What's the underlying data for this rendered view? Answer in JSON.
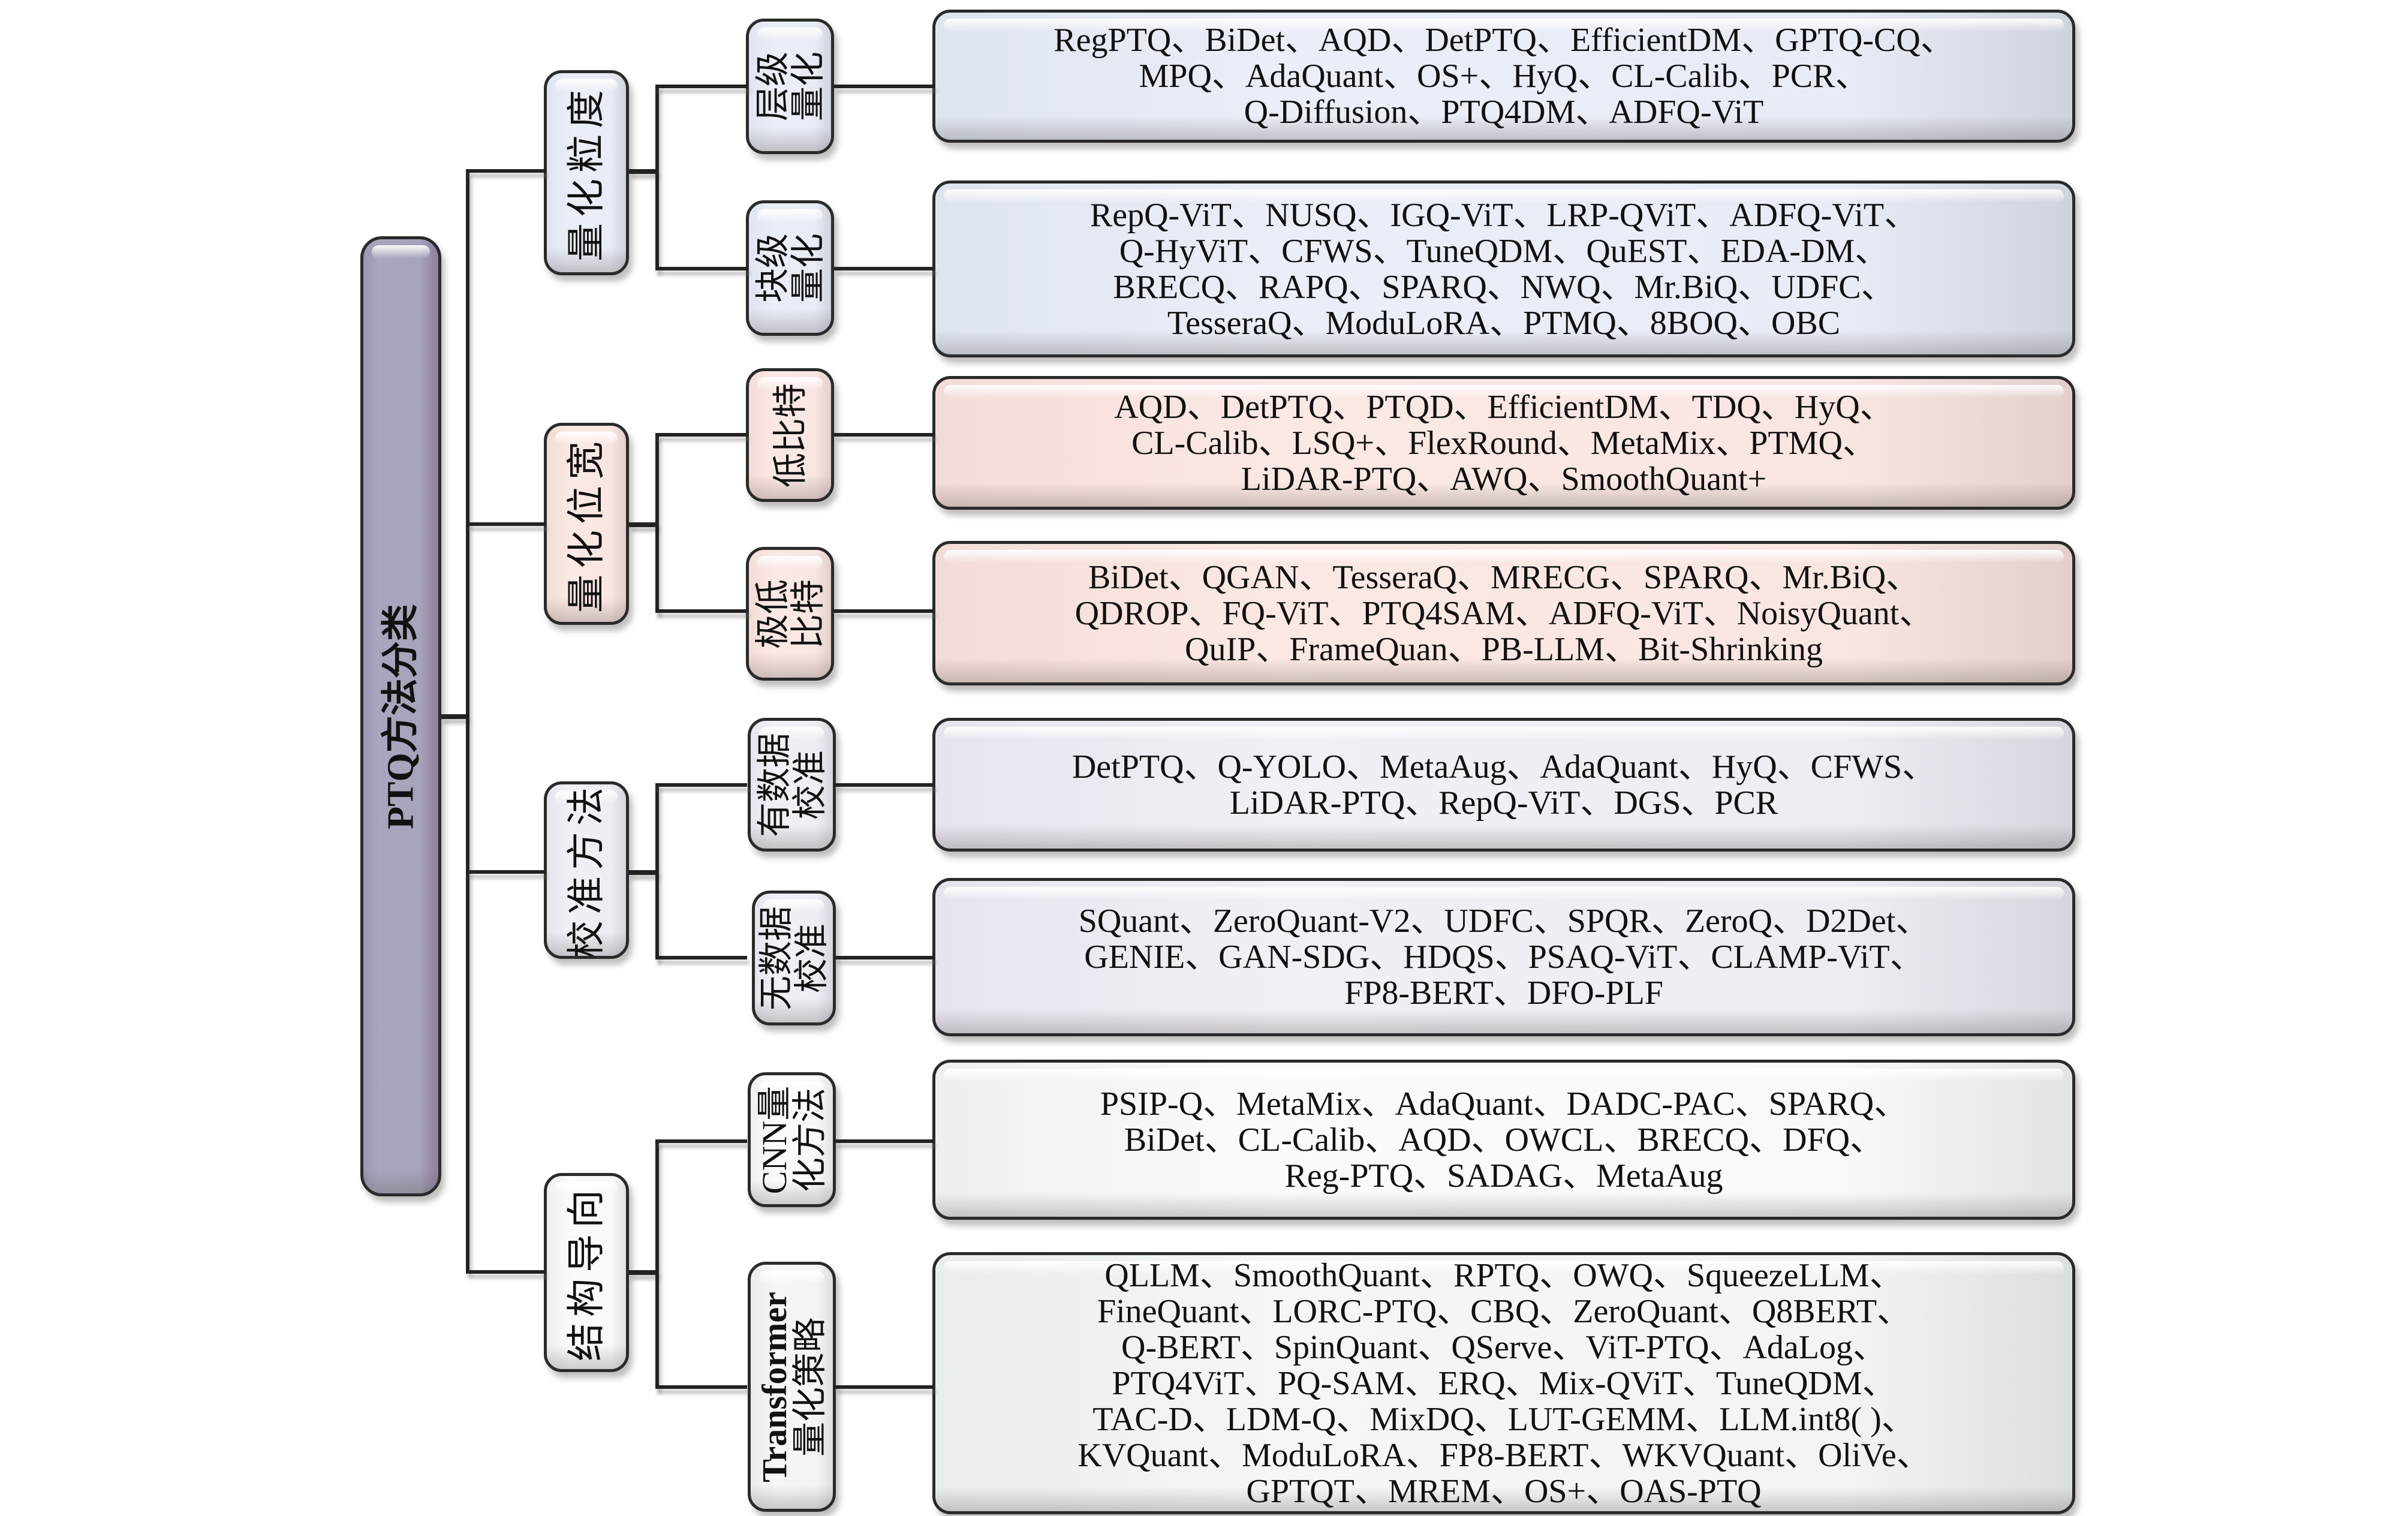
{
  "diagram": {
    "type": "taxonomy-tree",
    "root": {
      "label": "PTQ方法分类",
      "color": "#a6a3bb"
    },
    "categories": [
      {
        "label": "量化粒度",
        "color": "#e8ecf5",
        "children": [
          {
            "label_lines": [
              "层级",
              "量化"
            ],
            "methods_lines": [
              "RegPTQ、BiDet、AQD、DetPTQ、EfficientDM、GPTQ-CQ、",
              "MPQ、AdaQuant、OS+、HyQ、CL-Calib、PCR、",
              "Q-Diffusion、PTQ4DM、ADFQ-ViT"
            ]
          },
          {
            "label_lines": [
              "块级",
              "量化"
            ],
            "methods_lines": [
              "RepQ-ViT、NUSQ、IGQ-ViT、LRP-QViT、ADFQ-ViT、",
              "Q-HyViT、CFWS、TuneQDM、QuEST、EDA-DM、",
              "BRECQ、RAPQ、SPARQ、NWQ、Mr.BiQ、UDFC、",
              "TesseraQ、ModuLoRA、PTMQ、8BOQ、OBC"
            ]
          }
        ]
      },
      {
        "label": "量化位宽",
        "color": "#f9e6e3",
        "children": [
          {
            "label_lines": [
              "低比特"
            ],
            "methods_lines": [
              "AQD、DetPTQ、PTQD、EfficientDM、TDQ、HyQ、",
              "CL-Calib、LSQ+、FlexRound、MetaMix、PTMQ、",
              "LiDAR-PTQ、AWQ、SmoothQuant+"
            ]
          },
          {
            "label_lines": [
              "极低",
              "比特"
            ],
            "methods_lines": [
              "BiDet、QGAN、TesseraQ、MRECG、SPARQ、Mr.BiQ、",
              "QDROP、FQ-ViT、PTQ4SAM、ADFQ-ViT、NoisyQuant、",
              "QuIP、FrameQuan、PB-LLM、Bit-Shrinking"
            ]
          }
        ]
      },
      {
        "label": "校准方法",
        "color": "#efecf4",
        "children": [
          {
            "label_lines": [
              "有数据",
              "校准"
            ],
            "methods_lines": [
              "DetPTQ、Q-YOLO、MetaAug、AdaQuant、HyQ、CFWS、",
              "LiDAR-PTQ、RepQ-ViT、DGS、PCR"
            ]
          },
          {
            "label_lines": [
              "无数据",
              "校准"
            ],
            "methods_lines": [
              "SQuant、ZeroQuant-V2、UDFC、SPQR、ZeroQ、D2Det、",
              "GENIE、GAN-SDG、HDQS、PSAQ-ViT、CLAMP-ViT、",
              "FP8-BERT、DFO-PLF"
            ]
          }
        ]
      },
      {
        "label": "结构导向",
        "color": "#f8f9f9",
        "children": [
          {
            "label_lines": [
              "CNN量",
              "化方法"
            ],
            "methods_lines": [
              "PSIP-Q、MetaMix、AdaQuant、DADC-PAC、SPARQ、",
              "BiDet、CL-Calib、AQD、OWCL、BRECQ、DFQ、",
              "Reg-PTQ、SADAG、MetaAug"
            ]
          },
          {
            "label_lines": [
              "Transformer",
              "量化策略"
            ],
            "methods_lines": [
              "QLLM、SmoothQuant、RPTQ、OWQ、SqueezeLLM、",
              "FineQuant、LORC-PTQ、CBQ、ZeroQuant、Q8BERT、",
              "Q-BERT、SpinQuant、QServe、ViT-PTQ、AdaLog、",
              "PTQ4ViT、PQ-SAM、ERQ、Mix-QViT、TuneQDM、",
              "TAC-D、LDM-Q、MixDQ、LUT-GEMM、LLM.int8( )、",
              "KVQuant、ModuLoRA、FP8-BERT、WKVQuant、OliVe、",
              "GPTQT、MREM、OS+、OAS-PTQ"
            ]
          }
        ]
      }
    ]
  }
}
